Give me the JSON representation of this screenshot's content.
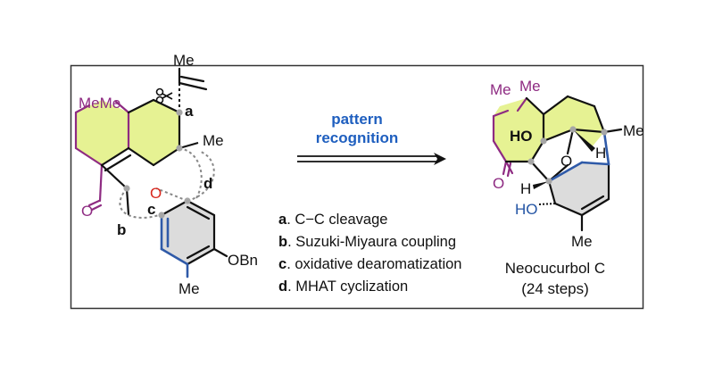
{
  "left_molecule": {
    "labels": {
      "me_top": "Me",
      "me_me": "MeMe",
      "me_right": "Me",
      "oxygen": "O",
      "carbonyl_o": "O",
      "obn": "OBn",
      "me_bottom": "Me"
    },
    "bond_letters": {
      "a": "a",
      "b": "b",
      "c": "c",
      "d": "d"
    }
  },
  "arrow": {
    "line1": "pattern",
    "line2": "recognition"
  },
  "steps": [
    {
      "key": "a",
      "text": ". C−C cleavage"
    },
    {
      "key": "b",
      "text": ". Suzuki-Miyaura coupling"
    },
    {
      "key": "c",
      "text": ". oxidative dearomatization"
    },
    {
      "key": "d",
      "text": ". MHAT cyclization"
    }
  ],
  "product": {
    "labels": {
      "me_a": "Me",
      "me_b": "Me",
      "ho_top": "HO",
      "o_bridge": "O",
      "me_right": "Me",
      "h_right": "H",
      "carbonyl_o": "O",
      "h_left": "H",
      "ho_bottom": "HO",
      "me_bottom": "Me"
    },
    "name": "Neocucurbol C",
    "steps_note": "(24 steps)"
  },
  "colors": {
    "ring_purple": "#8e2b82",
    "ring_fill": "#e6f293",
    "aromatic_fill": "#dcdcdc",
    "aromatic_blue": "#2f5aa8",
    "oxygen_red": "#d8261c",
    "arrow_text": "#1f5fbf"
  }
}
